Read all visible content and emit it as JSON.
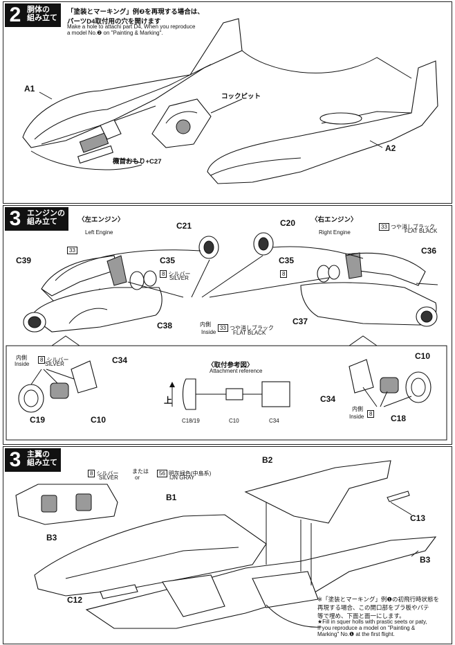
{
  "step2": {
    "number": "2",
    "title": "胴体の\n組み立て",
    "note_jp": "「塗装とマーキング」例❷を再現する場合は、\nパーツD4取付用の穴を開けます",
    "note_en": "Make a hole to attachi part D4, When you reproduce\na model No.❷ on \"Painting & Marking\".",
    "label_a1": "A1",
    "label_a2": "A2",
    "label_cockpit": "コックピット",
    "label_nose_weight": "機首おもり+C27"
  },
  "step3_engine": {
    "number": "3",
    "title": "エンジンの\n組み立て",
    "left_engine_jp": "〈左エンジン〉",
    "left_engine_en": "Left Engine",
    "right_engine_jp": "〈右エンジン〉",
    "right_engine_en": "Right Engine",
    "c21": "C21",
    "c20": "C20",
    "c39": "C39",
    "c35_left": "C35",
    "c35_right": "C35",
    "c38": "C38",
    "c36": "C36",
    "c37": "C37",
    "paint33_left": "33",
    "paint33_right": "33",
    "paint33_right_label": "つや消しブラック",
    "paint33_right_en": "FLAT BLACK",
    "paint8_left": "8",
    "paint8_left_label": "シルバー",
    "paint8_left_en": "SILVER",
    "paint8_right": "8",
    "inside_jp": "内側",
    "inside_en": "Inside",
    "inside_paint_num": "33",
    "inside_paint_label": "つや消しブラック",
    "inside_paint_en": "FLAT BLACK",
    "detail": {
      "left_inside_jp": "内側",
      "left_inside_en": "Inside",
      "left_paint_num": "8",
      "left_paint_label": "シルバー",
      "left_paint_en": "SILVER",
      "c34_left": "C34",
      "c19": "C19",
      "c10_left": "C10",
      "attach_jp": "〈取付参考図〉",
      "attach_en": "Attachment reference",
      "up_label": "上",
      "c18_19": "C18/19",
      "c10_mid": "C10",
      "c34_mid": "C34",
      "c10_right": "C10",
      "c34_right": "C34",
      "c18": "C18",
      "right_inside_jp": "内側",
      "right_inside_en": "Inside",
      "right_paint_num": "8"
    }
  },
  "step3_wing": {
    "number": "3",
    "title": "主翼の\n組み立て",
    "paint8": "8",
    "paint8_label": "シルバー",
    "paint8_en": "SILVER",
    "or_jp": "または",
    "or_en": "or",
    "paint56": "56",
    "paint56_label": "明灰緑色(中島系)",
    "paint56_en": "IJN GRAY",
    "b1": "B1",
    "b2": "B2",
    "b3_left": "B3",
    "b3_right": "B3",
    "c12": "C12",
    "c13": "C13",
    "note_jp": "※「塗装とマーキング」例❶の初飛行時状態を\n再現する場合、この開口部をプラ板やパテ\n等で埋め、下面と面一にします。",
    "note_en": "★Fill in squer holls with prastic seets or paty,\nIf you reproduce a model on \"Painting &\nMarking\" No.❶ at the first flight."
  }
}
